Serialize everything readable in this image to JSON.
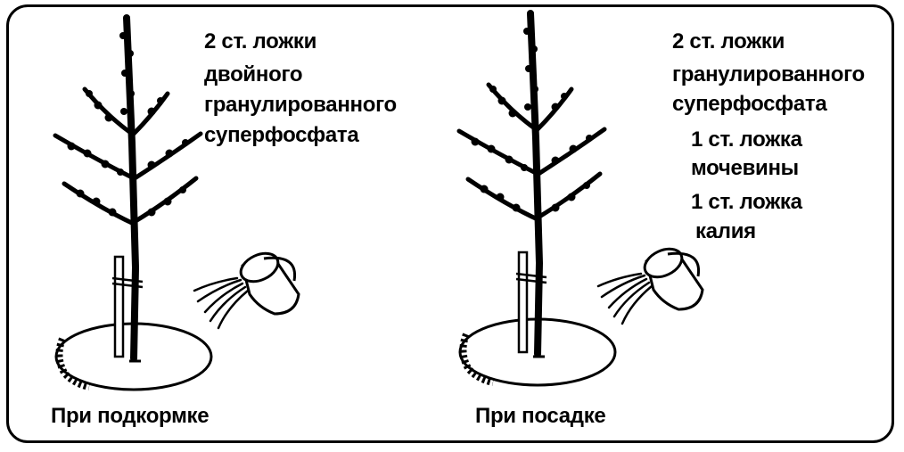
{
  "left_panel": {
    "dose_line": "2 ст. ложки",
    "fertilizer_lines": [
      "двойного",
      "гранулированного",
      "суперфосфата"
    ],
    "caption": "При подкормке"
  },
  "right_panel": {
    "dose_line": "2 ст. ложки",
    "fertilizer_lines": [
      "гранулированного",
      "суперфосфата"
    ],
    "urea_lines": [
      "1 ст. ложка",
      "мочевины"
    ],
    "potash_lines": [
      "1 ст. ложка",
      "калия"
    ],
    "caption": "При посадке"
  },
  "icons": [
    "tree-icon",
    "stake-icon",
    "soil-mound-icon",
    "watering-bucket-icon",
    "water-stream-icon"
  ],
  "colors": {
    "ink": "#000000",
    "background": "#ffffff"
  }
}
